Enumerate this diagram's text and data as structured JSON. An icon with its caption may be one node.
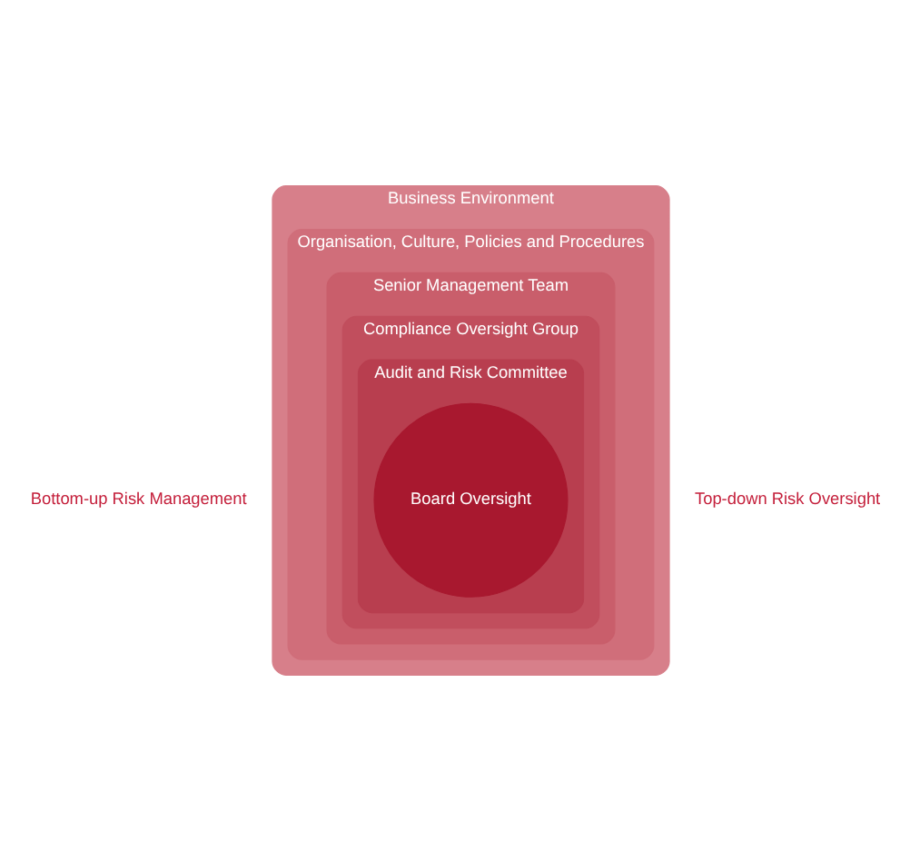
{
  "diagram": {
    "nodes": [
      {
        "text": [
          "Business Environment"
        ]
      },
      {
        "text": [
          "Organisation, Culture, Policies and Procedures"
        ],
        "in": 0
      },
      {
        "text": [
          "Senior Management Team"
        ],
        "in": 1
      },
      {
        "text": [
          "Compliance Oversight Group"
        ],
        "in": 2
      },
      {
        "text": [
          "Audit and Risk Committee"
        ],
        "in": 3
      },
      {
        "text": [
          "Board Oversight"
        ],
        "in": 4
      }
    ],
    "edges": [],
    "labels": [
      "Bottom-up Risk Management",
      "Top-down Risk Oversight"
    ]
  }
}
